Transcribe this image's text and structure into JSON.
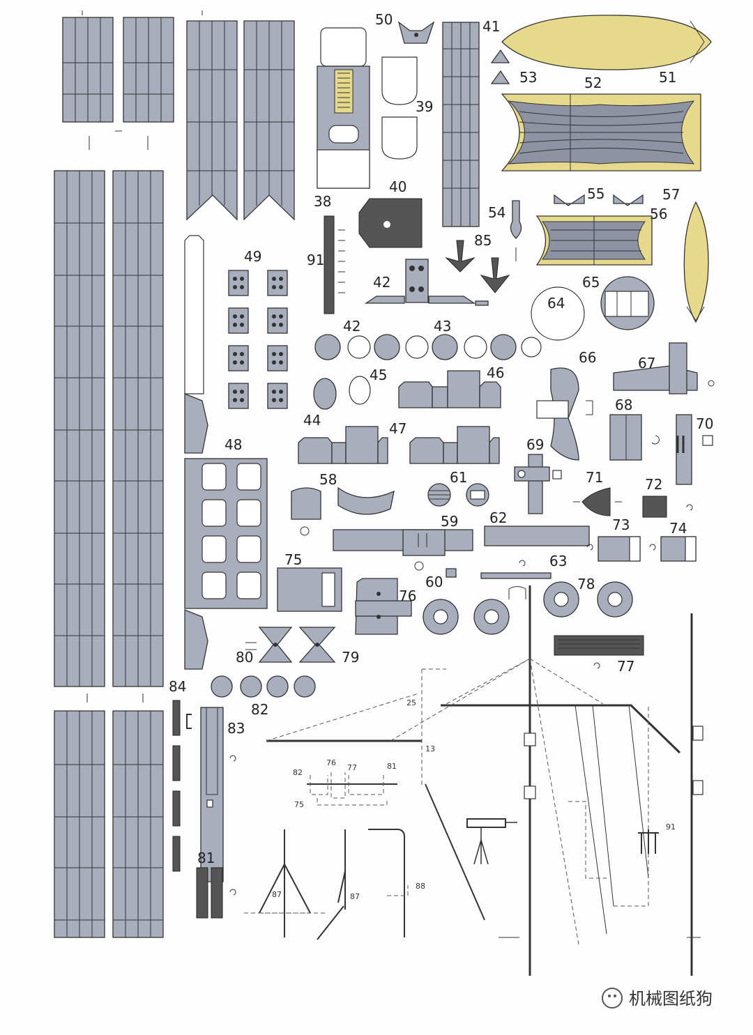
{
  "sheet": {
    "part_numbers": [
      "50",
      "41",
      "51",
      "53",
      "52",
      "39",
      "38",
      "40",
      "54",
      "55",
      "56",
      "57",
      "91",
      "85",
      "42",
      "64",
      "65",
      "49",
      "42",
      "43",
      "45",
      "44",
      "46",
      "66",
      "67",
      "48",
      "47",
      "68",
      "70",
      "69",
      "58",
      "61",
      "71",
      "72",
      "59",
      "62",
      "73",
      "74",
      "75",
      "76",
      "60",
      "63",
      "78",
      "80",
      "79",
      "77",
      "84",
      "83",
      "82",
      "81"
    ],
    "diagram_labels": [
      "25",
      "13",
      "82",
      "76",
      "77",
      "81",
      "75",
      "87",
      "87",
      "88",
      "91"
    ],
    "watermark": "机械图纸狗"
  }
}
